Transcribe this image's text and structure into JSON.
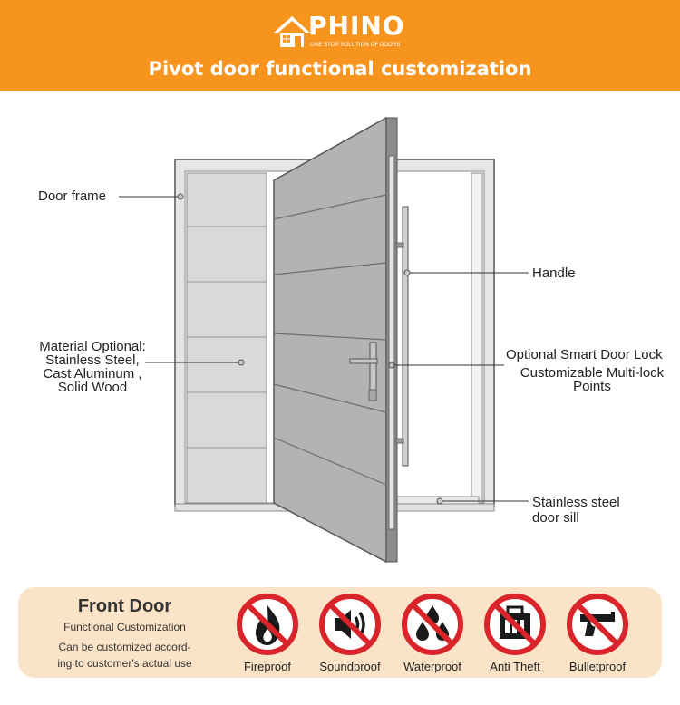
{
  "brand": {
    "name": "PHINO",
    "tagline": "ONE STOP SOLUTION OF DOORS",
    "title": "Pivot door functional customization"
  },
  "labels": {
    "door_frame": "Door frame",
    "handle": "Handle",
    "material": [
      "Material Optional:",
      "Stainless Steel,",
      "Cast Aluminum ,",
      "Solid Wood"
    ],
    "smart_lock": "Optional Smart Door Lock",
    "multi_lock": [
      "Customizable Multi-lock",
      "Points"
    ],
    "sill": [
      "Stainless steel",
      "door sill"
    ]
  },
  "footer": {
    "title": "Front Door",
    "subtitle": "Functional Customization",
    "desc": [
      "Can be customized accord-",
      "ing to customer's actual use"
    ],
    "features": [
      {
        "label": "Fireproof",
        "icon": "fire-icon"
      },
      {
        "label": "Soundproof",
        "icon": "speaker-icon"
      },
      {
        "label": "Waterproof",
        "icon": "water-drops-icon"
      },
      {
        "label": "Anti Theft",
        "icon": "safe-icon"
      },
      {
        "label": "Bulletproof",
        "icon": "gun-icon"
      }
    ]
  },
  "colors": {
    "accent": "#f7941d",
    "footer_bg": "#fbe3c7",
    "prohibit_red": "#d9252a",
    "door_grey": "#b3b3b3",
    "frame_grey": "#e6e6e6"
  }
}
